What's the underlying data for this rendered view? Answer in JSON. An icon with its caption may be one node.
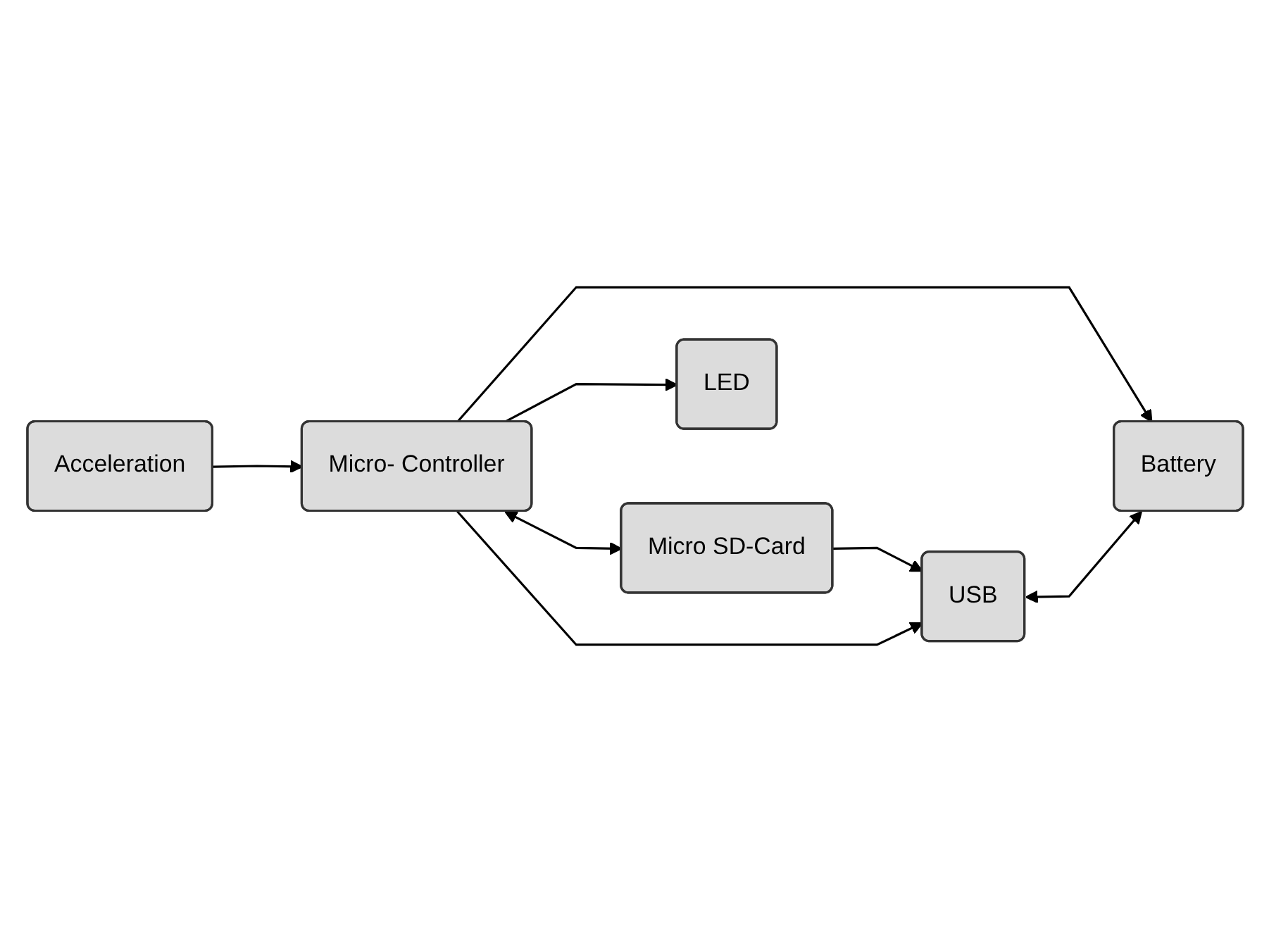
{
  "diagram": {
    "nodes": [
      {
        "text": [
          "Battery"
        ]
      },
      {
        "text": [
          "Acceleration"
        ]
      },
      {
        "text": [
          "Micro- Controller"
        ]
      },
      {
        "text": [
          "Micro SD-Card"
        ]
      },
      {
        "text": [
          "USB"
        ]
      },
      {
        "text": [
          "LED"
        ]
      }
    ],
    "edges": [
      {
        "from": 2,
        "to": 0,
        "arrow": "to"
      },
      {
        "from": 4,
        "to": 0,
        "arrow": "both"
      },
      {
        "from": 1,
        "to": 2,
        "arrow": "to"
      },
      {
        "from": 2,
        "to": 3,
        "arrow": "both"
      },
      {
        "from": 3,
        "to": 4,
        "arrow": "to"
      },
      {
        "from": 2,
        "to": 4,
        "arrow": "to"
      },
      {
        "from": 2,
        "to": 5,
        "arrow": "to"
      }
    ]
  }
}
